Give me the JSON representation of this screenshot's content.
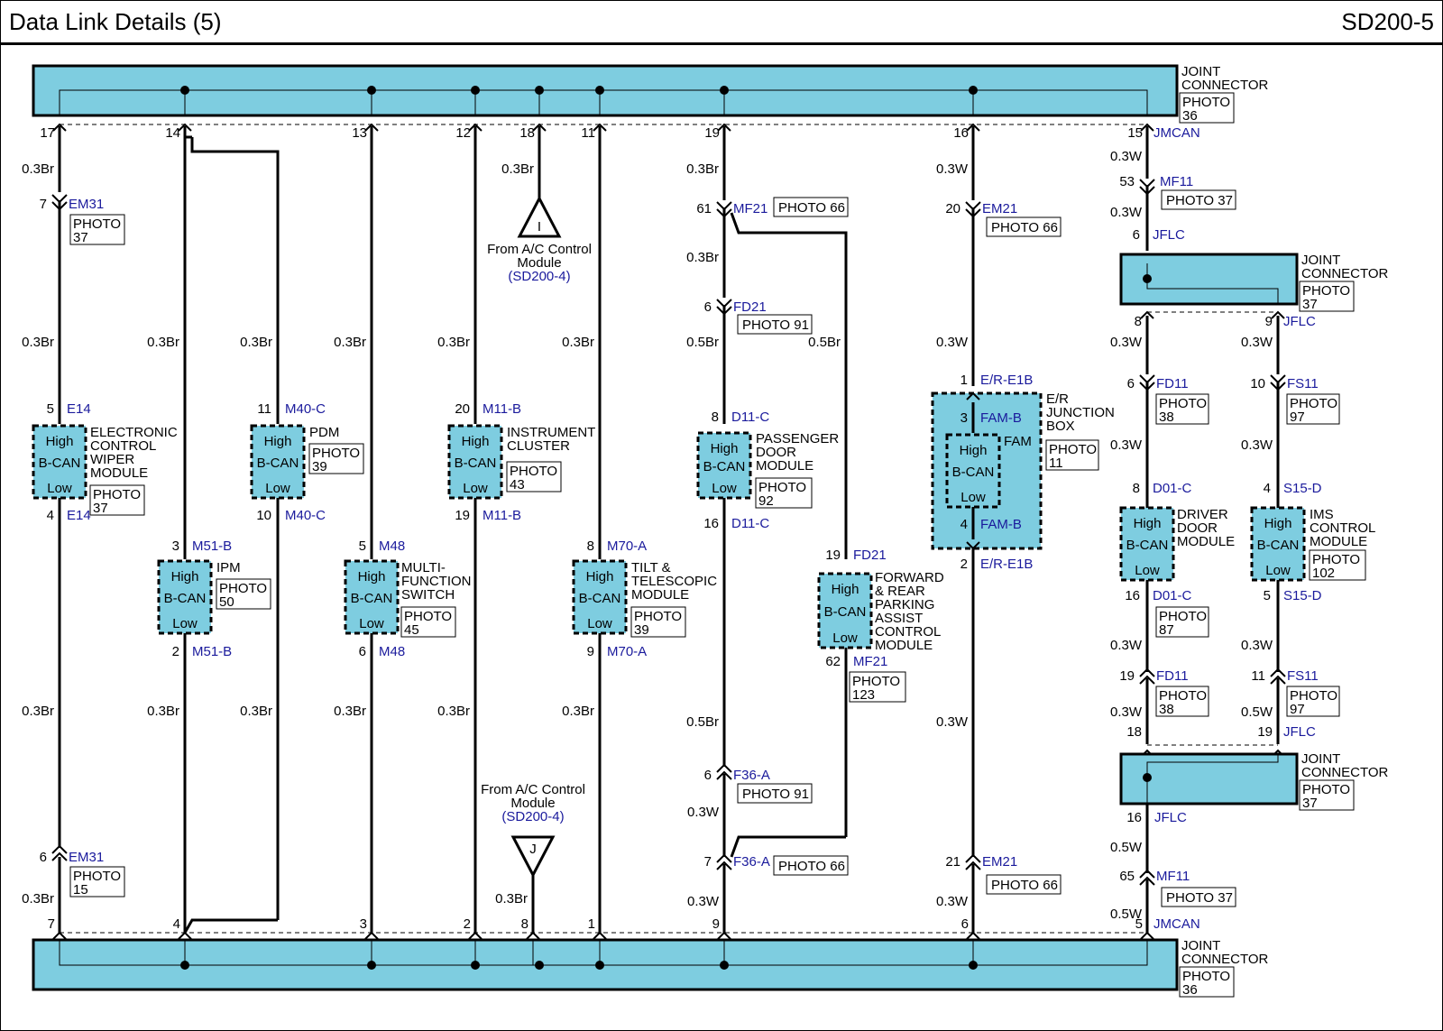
{
  "header": {
    "title": "Data Link Details (5)",
    "code": "SD200-5"
  },
  "colors": {
    "accent": "#7ecde0",
    "wire": "#000000",
    "connector_label": "#1a1a9c",
    "text": "#000000"
  },
  "joint_top": {
    "lines": [
      "JOINT",
      "CONNECTOR"
    ],
    "photo": [
      "PHOTO",
      "36"
    ]
  },
  "joint_bottom": {
    "lines": [
      "JOINT",
      "CONNECTOR"
    ],
    "photo": [
      "PHOTO",
      "36"
    ]
  },
  "jflc_1": {
    "lines": [
      "JOINT",
      "CONNECTOR"
    ],
    "photo": [
      "PHOTO",
      "37"
    ]
  },
  "jflc_2": {
    "lines": [
      "JOINT",
      "CONNECTOR"
    ],
    "photo": [
      "PHOTO",
      "37"
    ]
  },
  "wire_labels": [
    "0.3Br",
    "0.3Br",
    "0.3Br",
    "0.3Br",
    "0.3Br",
    "0.3Br",
    "0.3Br",
    "0.3Br",
    "0.3Br",
    "0.3Br",
    "0.3Br",
    "0.3Br",
    "0.3Br",
    "0.3Br",
    "0.3Br",
    "0.3Br",
    "0.3Br",
    "0.3Br",
    "0.5Br",
    "0.5Br",
    "0.5Br",
    "0.3W",
    "0.3W",
    "0.3W",
    "0.3W",
    "0.3W",
    "0.3W",
    "0.3W",
    "0.3W",
    "0.3W",
    "0.3W",
    "0.3W",
    "0.3W",
    "0.3W",
    "0.3W",
    "0.3W",
    "0.5W",
    "0.5W",
    "0.5W",
    "0.3W",
    "0.3W",
    "0.3W",
    "0.3W"
  ],
  "pins": [
    "17",
    "14",
    "13",
    "12",
    "18",
    "11",
    "19",
    "16",
    "15",
    "7",
    "4",
    "3",
    "2",
    "8",
    "1",
    "9",
    "6",
    "5",
    "7",
    "5",
    "4",
    "6",
    "11",
    "10",
    "3",
    "2",
    "5",
    "6",
    "20",
    "19",
    "8",
    "9",
    "61",
    "6",
    "8",
    "16",
    "19",
    "62",
    "6",
    "7",
    "20",
    "1",
    "3",
    "4",
    "2",
    "21",
    "53",
    "6",
    "8",
    "9",
    "6",
    "10",
    "8",
    "4",
    "16",
    "5",
    "19",
    "11",
    "18",
    "19",
    "16",
    "65"
  ],
  "connector_labels": [
    "JMCAN",
    "JMCAN",
    "EM31",
    "E14",
    "E14",
    "EM31",
    "M40-C",
    "M40-C",
    "M51-B",
    "M51-B",
    "M48",
    "M48",
    "M11-B",
    "M11-B",
    "M70-A",
    "M70-A",
    "MF21",
    "FD21",
    "D11-C",
    "D11-C",
    "FD21",
    "MF21",
    "F36-A",
    "F36-A",
    "EM21",
    "E/R-E1B",
    "FAM-B",
    "FAM-B",
    "E/R-E1B",
    "EM21",
    "MF11",
    "JFLC",
    "JFLC",
    "FD11",
    "FS11",
    "D01-C",
    "S15-D",
    "D01-C",
    "S15-D",
    "FD11",
    "FS11",
    "JFLC",
    "JFLC",
    "MF11"
  ],
  "photo_tags": [
    "PHOTO 66",
    "PHOTO 91",
    "PHOTO 91",
    "PHOTO 66",
    "PHOTO 66",
    "PHOTO 66",
    "PHOTO 37",
    "PHOTO 37"
  ],
  "photo_boxes": [
    [
      "PHOTO",
      "37"
    ],
    [
      "PHOTO",
      "37"
    ],
    [
      "PHOTO",
      "15"
    ],
    [
      "PHOTO",
      "39"
    ],
    [
      "PHOTO",
      "50"
    ],
    [
      "PHOTO",
      "45"
    ],
    [
      "PHOTO",
      "43"
    ],
    [
      "PHOTO",
      "39"
    ],
    [
      "PHOTO",
      "92"
    ],
    [
      "PHOTO",
      "123"
    ],
    [
      "PHOTO",
      "11"
    ],
    [
      "PHOTO",
      "38"
    ],
    [
      "PHOTO",
      "97"
    ],
    [
      "PHOTO",
      "102"
    ],
    [
      "PHOTO",
      "87"
    ],
    [
      "PHOTO",
      "38"
    ],
    [
      "PHOTO",
      "97"
    ]
  ],
  "module_generic": {
    "high": "High",
    "bcan": "B-CAN",
    "low": "Low"
  },
  "modules": [
    {
      "name": [
        "ELECTRONIC",
        "CONTROL",
        "WIPER",
        "MODULE"
      ]
    },
    {
      "name": [
        "IPM"
      ]
    },
    {
      "name": [
        "PDM"
      ]
    },
    {
      "name": [
        "MULTI-",
        "FUNCTION",
        "SWITCH"
      ]
    },
    {
      "name": [
        "INSTRUMENT",
        "CLUSTER"
      ]
    },
    {
      "name": [
        "TILT &",
        "TELESCOPIC",
        "MODULE"
      ]
    },
    {
      "name": [
        "PASSENGER",
        "DOOR",
        "MODULE"
      ]
    },
    {
      "name": [
        "FORWARD",
        "& REAR",
        "PARKING",
        "ASSIST",
        "CONTROL",
        "MODULE"
      ]
    },
    {
      "name": [
        "FAM"
      ]
    },
    {
      "name": [
        "DRIVER",
        "DOOR",
        "MODULE"
      ]
    },
    {
      "name": [
        "IMS",
        "CONTROL",
        "MODULE"
      ]
    }
  ],
  "junction_box": {
    "name": [
      "E/R",
      "JUNCTION",
      "BOX"
    ]
  },
  "ac_links": [
    {
      "letter": "I",
      "text": [
        "From A/C Control",
        "Module"
      ],
      "ref": "(SD200-4)"
    },
    {
      "letter": "J",
      "text": [
        "From A/C Control",
        "Module"
      ],
      "ref": "(SD200-4)"
    }
  ]
}
